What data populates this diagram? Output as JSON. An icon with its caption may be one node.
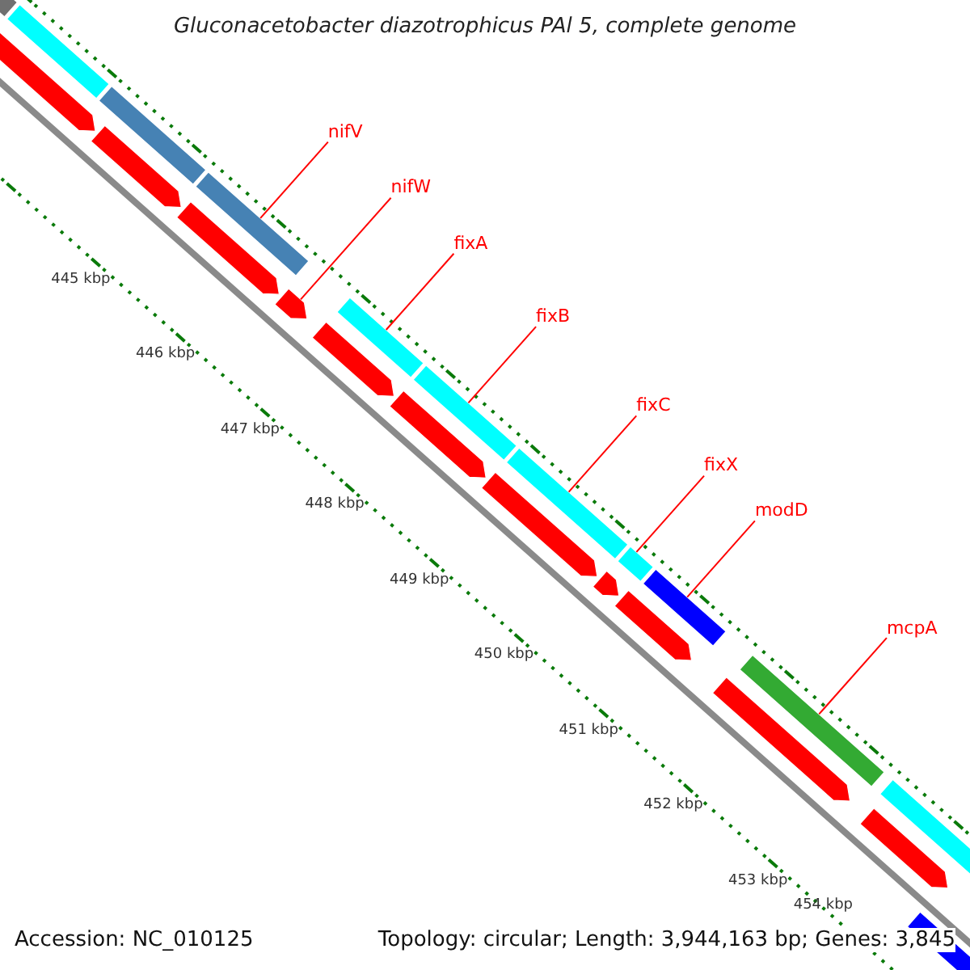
{
  "diagram": {
    "title": "Gluconacetobacter diazotrophicus PAl 5, complete genome",
    "nodes": [
      {
        "text": [
          "nifV"
        ]
      },
      {
        "text": [
          "nifW"
        ]
      },
      {
        "text": [
          "fixA"
        ]
      },
      {
        "text": [
          "fixB"
        ]
      },
      {
        "text": [
          "fixC"
        ]
      },
      {
        "text": [
          "fixX"
        ]
      },
      {
        "text": [
          "modD"
        ]
      },
      {
        "text": [
          "mcpA"
        ]
      },
      {
        "text": [],
        "shape": "bar"
      },
      {
        "text": [],
        "shape": "bar"
      },
      {
        "text": [],
        "shape": "bar"
      },
      {
        "text": [],
        "shape": "bar"
      },
      {
        "text": [],
        "shape": "bar"
      },
      {
        "text": [],
        "shape": "bar"
      },
      {
        "text": [],
        "shape": "bar"
      },
      {
        "text": [],
        "shape": "bar"
      },
      {
        "text": [],
        "shape": "bar"
      },
      {
        "text": [],
        "shape": "bar"
      },
      {
        "text": [],
        "shape": "bar"
      },
      {
        "text": [],
        "shape": "bar"
      },
      {
        "text": [],
        "shape": "bar"
      },
      {
        "text": [],
        "shape": "bar"
      },
      {
        "text": [],
        "shape": "bar"
      },
      {
        "text": [],
        "shape": "bar"
      },
      {
        "text": [],
        "shape": "bar"
      },
      {
        "text": [],
        "shape": "bar"
      },
      {
        "text": [],
        "shape": "bar"
      },
      {
        "text": [],
        "shape": "bar"
      },
      {
        "text": [],
        "shape": "bar"
      },
      {
        "text": [],
        "shape": "bar"
      },
      {
        "text": [],
        "shape": "bar"
      }
    ],
    "edges": [
      {
        "from": 0,
        "to": 11,
        "arrow": "none"
      },
      {
        "from": 1,
        "to": 23,
        "arrow": "none"
      },
      {
        "from": 2,
        "to": 12,
        "arrow": "none"
      },
      {
        "from": 3,
        "to": 13,
        "arrow": "none"
      },
      {
        "from": 4,
        "to": 14,
        "arrow": "none"
      },
      {
        "from": 5,
        "to": 15,
        "arrow": "none"
      },
      {
        "from": 6,
        "to": 16,
        "arrow": "none"
      },
      {
        "from": 7,
        "to": 17,
        "arrow": "none"
      }
    ],
    "labels": [
      "445 kbp",
      "446 kbp",
      "447 kbp",
      "448 kbp",
      "449 kbp",
      "450 kbp",
      "451 kbp",
      "452 kbp",
      "453 kbp",
      "454 kbp",
      "Accession: NC_010125",
      "Topology: circular; Length: 3,944,163 bp; Genes: 3,845"
    ]
  }
}
